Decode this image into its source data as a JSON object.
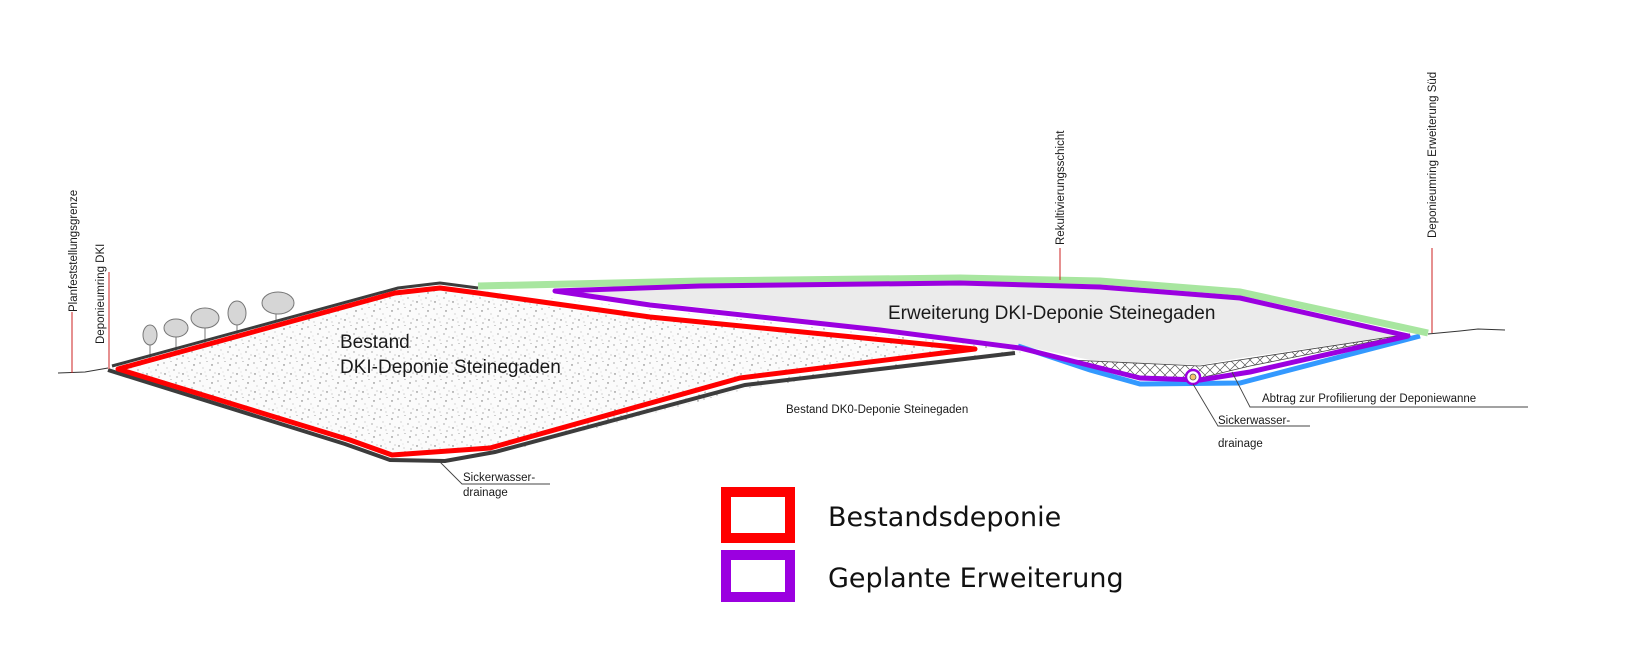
{
  "labels": {
    "planfeststellungsgrenze": "Planfeststellungsgrenze",
    "deponieumring_dki": "Deponieumring DKI",
    "rekultivierungsschicht": "Rekultivierungsschicht",
    "deponieumring_sued": "Deponieumring Erweiterung Süd",
    "bestand_line1": "Bestand",
    "bestand_line2": "DKI-Deponie Steinegaden",
    "erweiterung": "Erweiterung DKI-Deponie Steinegaden",
    "bestand_dk0": "Bestand DK0-Deponie Steinegaden",
    "abtrag": "Abtrag zur Profilierung der Deponiewanne",
    "sicker_left_1": "Sickerwasser-",
    "sicker_left_2": "drainage",
    "sicker_right_1": "Sickerwasser-",
    "sicker_right_2": "drainage"
  },
  "legend": {
    "items": [
      {
        "label": "Bestandsdeponie",
        "color": "#ff0000"
      },
      {
        "label": "Geplante Erweiterung",
        "color": "#9b00e0"
      }
    ]
  },
  "colors": {
    "bestand_outline": "#ff0000",
    "erweiterung_outline": "#9b00e0",
    "rekultivierung": "#a8e6a0",
    "basis_abdichtung": "#3399ff",
    "erweiterung_fill": "#ebebeb"
  }
}
